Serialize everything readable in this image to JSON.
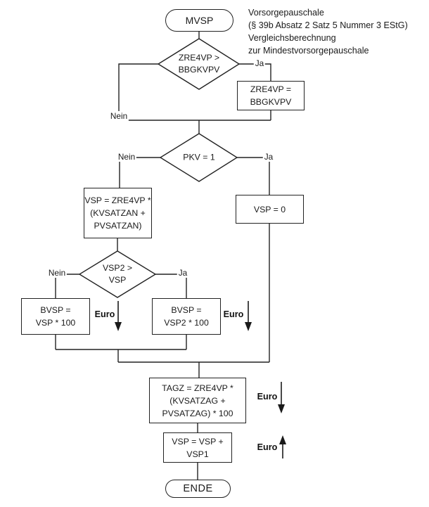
{
  "annotation": {
    "lines": [
      "Vorsorgepauschale",
      "(§ 39b Absatz 2 Satz 5 Nummer 3 EStG)",
      "Vergleichsberechnung",
      "zur Mindestvorsorgepauschale"
    ]
  },
  "nodes": {
    "start": {
      "label": "MVSP"
    },
    "decision_zre4vp": {
      "lines": [
        "ZRE4VP >",
        "BBGKVPV"
      ]
    },
    "box_zre4vp_assign": {
      "lines": [
        "ZRE4VP =",
        "BBGKVPV"
      ]
    },
    "decision_pkv": {
      "label": "PKV = 1"
    },
    "box_vsp_calc": {
      "lines": [
        "VSP = ZRE4VP *",
        "(KVSATZAN +",
        "PVSATZAN)"
      ]
    },
    "box_vsp_zero": {
      "label": "VSP = 0"
    },
    "decision_vsp2": {
      "lines": [
        "VSP2 >",
        "VSP"
      ]
    },
    "box_bvsp_vsp": {
      "lines": [
        "BVSP =",
        "VSP * 100"
      ]
    },
    "box_bvsp_vsp2": {
      "lines": [
        "BVSP =",
        "VSP2 * 100"
      ]
    },
    "box_tagz": {
      "lines": [
        "TAGZ = ZRE4VP *",
        "(KVSATZAG +",
        "PVSATZAG) * 100"
      ]
    },
    "box_vsp_add": {
      "lines": [
        "VSP = VSP +",
        "VSP1"
      ]
    },
    "end": {
      "label": "ENDE"
    }
  },
  "branch_labels": {
    "zre4vp_yes": "Ja",
    "zre4vp_no": "Nein",
    "pkv_yes": "Ja",
    "pkv_no": "Nein",
    "vsp2_yes": "Ja",
    "vsp2_no": "Nein"
  },
  "euro_markers": {
    "bvsp_left": {
      "label": "Euro",
      "direction": "down"
    },
    "bvsp_right": {
      "label": "Euro",
      "direction": "down"
    },
    "tagz": {
      "label": "Euro",
      "direction": "down"
    },
    "vsp_add": {
      "label": "Euro",
      "direction": "up"
    }
  },
  "colors": {
    "line": "#222222",
    "text": "#1a1a1a",
    "background": "#ffffff"
  }
}
